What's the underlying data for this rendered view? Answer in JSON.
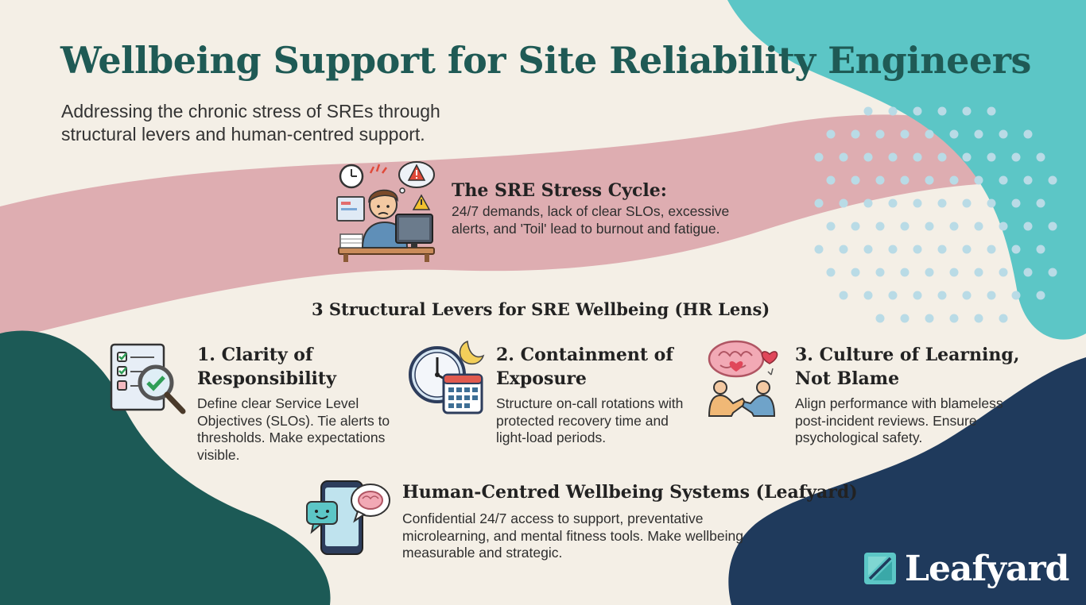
{
  "header": {
    "title": "Wellbeing Support for Site Reliability Engineers",
    "subtitle": "Addressing the chronic stress of SREs through structural levers and human-centred support."
  },
  "stress_cycle": {
    "heading": "The SRE Stress Cycle:",
    "body": "24/7 demands, lack of clear SLOs, excessive alerts, and 'Toil' lead to burnout and fatigue."
  },
  "levers": {
    "heading": "3 Structural Levers for SRE Wellbeing (HR Lens)",
    "items": [
      {
        "title": "1. Clarity of Responsibility",
        "body": "Define clear Service Level Objectives (SLOs). Tie alerts to thresholds. Make expectations visible.",
        "icon": "checklist-magnifier-icon"
      },
      {
        "title": "2. Containment of Exposure",
        "body": "Structure on-call rotations with protected recovery time and light-load periods.",
        "icon": "clock-calendar-icon"
      },
      {
        "title": "3. Culture of Learning, Not Blame",
        "body": "Align performance with blameless post-incident reviews. Ensure psychological safety.",
        "icon": "brain-handshake-icon"
      }
    ]
  },
  "human_centred": {
    "heading": "Human-Centred Wellbeing Systems (Leafyard)",
    "body": "Confidential 24/7 access to support, preventative microlearning, and mental fitness tools. Make wellbeing measurable and strategic.",
    "icon": "phone-chat-icon"
  },
  "brand": {
    "name": "Leafyard",
    "icon": "leaf-logo-icon"
  },
  "colors": {
    "title": "#1f5a55",
    "background": "#f4efe6",
    "pink_band": "#dba7ad",
    "teal": "#5cc6c6",
    "dark_green": "#1c5a56",
    "navy": "#1f3a5c",
    "dots": "#b9dbe6"
  }
}
